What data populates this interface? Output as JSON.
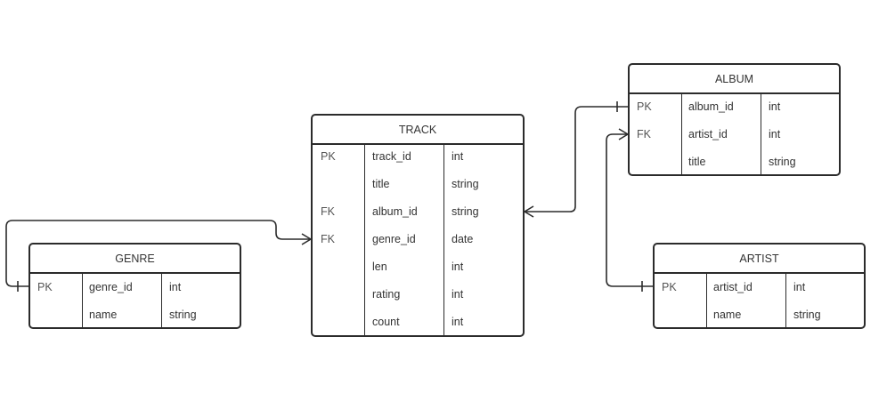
{
  "entities": {
    "track": {
      "title": "TRACK",
      "rows": [
        {
          "key": "PK",
          "name": "track_id",
          "type": "int"
        },
        {
          "key": "",
          "name": "title",
          "type": "string"
        },
        {
          "key": "FK",
          "name": "album_id",
          "type": "string"
        },
        {
          "key": "FK",
          "name": "genre_id",
          "type": "date"
        },
        {
          "key": "",
          "name": "len",
          "type": "int"
        },
        {
          "key": "",
          "name": "rating",
          "type": "int"
        },
        {
          "key": "",
          "name": "count",
          "type": "int"
        }
      ]
    },
    "album": {
      "title": "ALBUM",
      "rows": [
        {
          "key": "PK",
          "name": "album_id",
          "type": "int"
        },
        {
          "key": "FK",
          "name": "artist_id",
          "type": "int"
        },
        {
          "key": "",
          "name": "title",
          "type": "string"
        }
      ]
    },
    "genre": {
      "title": "GENRE",
      "rows": [
        {
          "key": "PK",
          "name": "genre_id",
          "type": "int"
        },
        {
          "key": "",
          "name": "name",
          "type": "string"
        }
      ]
    },
    "artist": {
      "title": "ARTIST",
      "rows": [
        {
          "key": "PK",
          "name": "artist_id",
          "type": "int"
        },
        {
          "key": "",
          "name": "name",
          "type": "string"
        }
      ]
    }
  },
  "relationships": [
    {
      "from": "track.album_id",
      "from_cardinality": "many",
      "to": "album.album_id",
      "to_cardinality": "one"
    },
    {
      "from": "track.genre_id",
      "from_cardinality": "many",
      "to": "genre.genre_id",
      "to_cardinality": "one"
    },
    {
      "from": "album.artist_id",
      "from_cardinality": "many",
      "to": "artist.artist_id",
      "to_cardinality": "one"
    }
  ],
  "colors": {
    "stroke": "#2b2b2b",
    "text": "#333333",
    "key_text": "#555555",
    "background": "#ffffff"
  }
}
